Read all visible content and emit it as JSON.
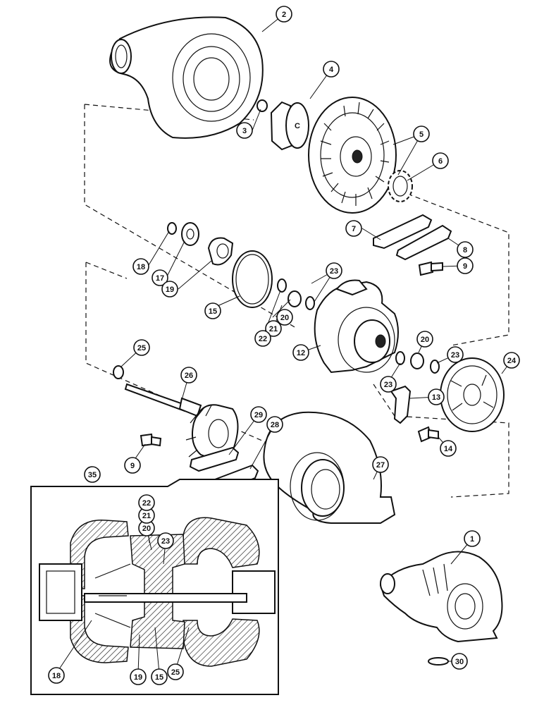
{
  "figure": {
    "callouts": [
      {
        "id": "c1",
        "label": "1"
      },
      {
        "id": "c2",
        "label": "2"
      },
      {
        "id": "c3",
        "label": "3"
      },
      {
        "id": "c4",
        "label": "4"
      },
      {
        "id": "c5",
        "label": "5"
      },
      {
        "id": "c6",
        "label": "6"
      },
      {
        "id": "c7",
        "label": "7"
      },
      {
        "id": "c8",
        "label": "8"
      },
      {
        "id": "c9a",
        "label": "9"
      },
      {
        "id": "c9b",
        "label": "9"
      },
      {
        "id": "c12",
        "label": "12"
      },
      {
        "id": "c13",
        "label": "13"
      },
      {
        "id": "c14",
        "label": "14"
      },
      {
        "id": "c15a",
        "label": "15"
      },
      {
        "id": "c15b",
        "label": "15"
      },
      {
        "id": "c17",
        "label": "17"
      },
      {
        "id": "c18a",
        "label": "18"
      },
      {
        "id": "c18b",
        "label": "18"
      },
      {
        "id": "c19a",
        "label": "19"
      },
      {
        "id": "c19b",
        "label": "19"
      },
      {
        "id": "c20a",
        "label": "20"
      },
      {
        "id": "c20b",
        "label": "20"
      },
      {
        "id": "c20c",
        "label": "20"
      },
      {
        "id": "c21a",
        "label": "21"
      },
      {
        "id": "c21b",
        "label": "21"
      },
      {
        "id": "c22a",
        "label": "22"
      },
      {
        "id": "c22b",
        "label": "22"
      },
      {
        "id": "c23a",
        "label": "23"
      },
      {
        "id": "c23b",
        "label": "23"
      },
      {
        "id": "c23c",
        "label": "23"
      },
      {
        "id": "c23d",
        "label": "23"
      },
      {
        "id": "c24",
        "label": "24"
      },
      {
        "id": "c25a",
        "label": "25"
      },
      {
        "id": "c25b",
        "label": "25"
      },
      {
        "id": "c26",
        "label": "26"
      },
      {
        "id": "c27",
        "label": "27"
      },
      {
        "id": "c28",
        "label": "28"
      },
      {
        "id": "c29",
        "label": "29"
      },
      {
        "id": "c30",
        "label": "30"
      },
      {
        "id": "c35",
        "label": "35"
      }
    ],
    "impeller_hub_letter": "C"
  }
}
